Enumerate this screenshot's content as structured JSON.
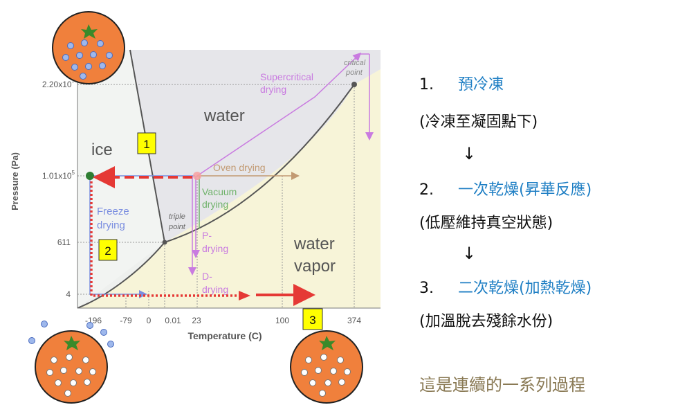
{
  "diagram": {
    "y_axis_label": "Pressure (Pa)",
    "x_axis_label": "Temperature (C)",
    "y_ticks": [
      "2.20x10",
      "1.01x10",
      "611",
      "4"
    ],
    "y_tick_exponents": [
      "7",
      "5"
    ],
    "x_ticks": [
      "-196",
      "-79",
      "0",
      "0.01",
      "23",
      "100",
      "374"
    ],
    "regions": {
      "ice": "ice",
      "water": "water",
      "water_vapor_line1": "water",
      "water_vapor_line2": "vapor"
    },
    "paths": {
      "supercritical_line1": "Supercritical",
      "supercritical_line2": "drying",
      "oven": "Oven drying",
      "vacuum_line1": "Vacuum",
      "vacuum_line2": "drying",
      "freeze_line1": "Freeze",
      "freeze_line2": "drying",
      "p_line1": "P-",
      "p_line2": "drying",
      "d_line1": "D-",
      "d_line2": "drying"
    },
    "points": {
      "critical_line1": "critical",
      "critical_line2": "point",
      "triple_line1": "triple",
      "triple_line2": "point"
    },
    "step_markers": [
      "1",
      "2",
      "3"
    ],
    "colors": {
      "freeze_path": "#e53935",
      "supercritical": "#c97be0",
      "oven": "#c29a72",
      "vacuum": "#6fb26a",
      "freeze_label": "#7b8ee0",
      "orange": "#f0803c",
      "marker_fill": "#ffff00"
    }
  },
  "steps": [
    {
      "num": "1.",
      "title": "預冷凍",
      "desc": "(冷凍至凝固點下)"
    },
    {
      "num": "2.",
      "title": "一次乾燥(昇華反應)",
      "desc": "(低壓維持真空狀態)"
    },
    {
      "num": "3.",
      "title": "二次乾燥(加熱乾燥)",
      "desc": "(加溫脫去殘餘水份)"
    }
  ],
  "step_arrow": "↓",
  "note": "這是連續的一系列過程"
}
